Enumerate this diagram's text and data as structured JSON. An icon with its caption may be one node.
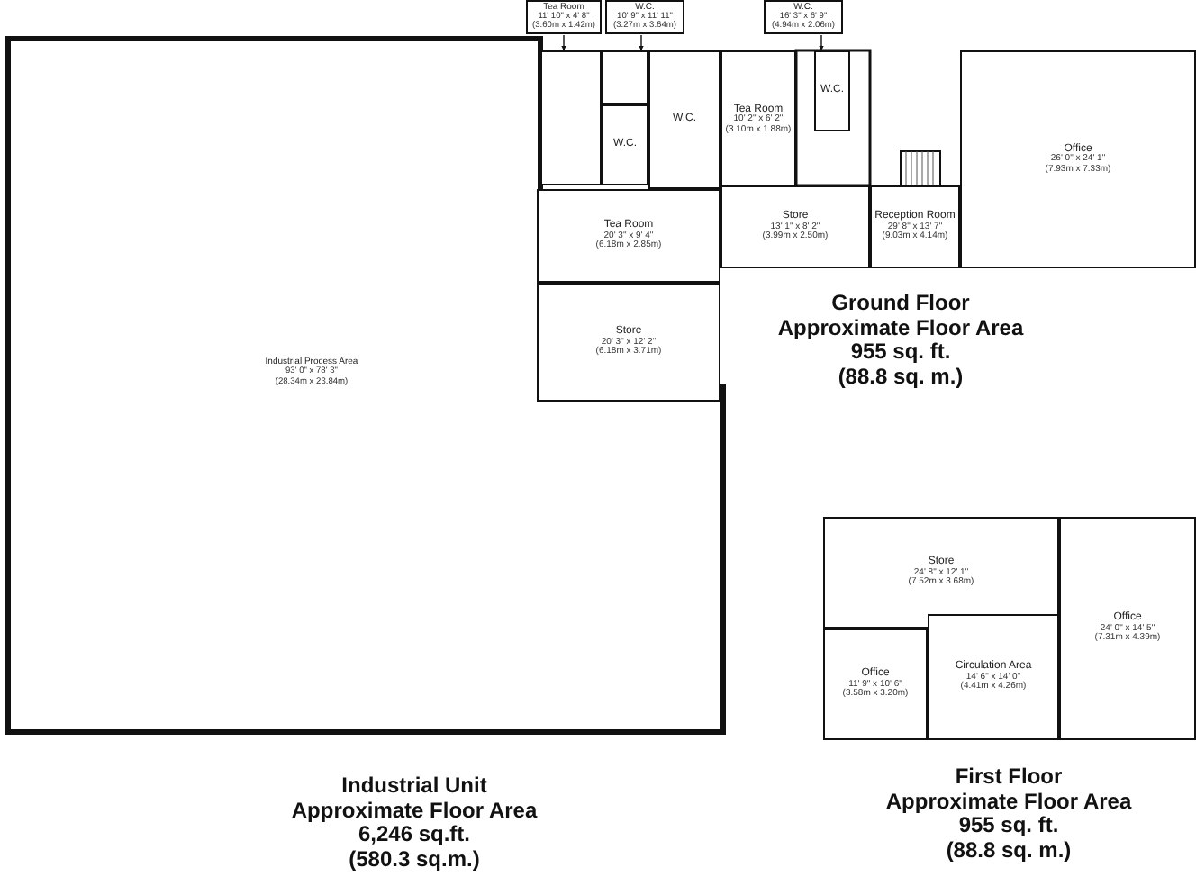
{
  "diagram": {
    "nodes": [
      {
        "text": [
          "Industrial Process Area",
          "93' 0\" x 78' 3\"",
          "(28.34m x 23.84m)"
        ]
      },
      {
        "text": [
          "Tea Room",
          "11' 10\" x 4' 8\"",
          "(3.60m x 1.42m)"
        ]
      },
      {
        "text": [
          "W.C.",
          "10' 9\" x 11' 11\"",
          "(3.27m x 3.64m)"
        ]
      },
      {
        "text": [
          "W.C.",
          "16' 3\" x 6' 9\"",
          "(4.94m x 2.06m)"
        ]
      },
      {
        "text": [
          "W.C."
        ]
      },
      {
        "text": [
          "W.C."
        ]
      },
      {
        "text": [
          "Tea Room",
          "10' 2\" x 6' 2\"",
          "(3.10m x 1.88m)"
        ]
      },
      {
        "text": [
          "W.C."
        ]
      },
      {
        "text": [
          "Office",
          "26' 0\" x 24' 1\"",
          "(7.93m x 7.33m)"
        ]
      },
      {
        "text": [
          "Reception Room",
          "29' 8\" x 13' 7\"",
          "(9.03m x 4.14m)"
        ]
      },
      {
        "text": [
          "Store",
          "13' 1\" x 8' 2\"",
          "(3.99m x 2.50m)"
        ]
      },
      {
        "text": [
          "Tea Room",
          "20' 3\" x 9' 4\"",
          "(6.18m x 2.85m)"
        ]
      },
      {
        "text": [
          "Store",
          "20' 3\" x 12' 2\"",
          "(6.18m x 3.71m)"
        ]
      },
      {
        "text": [
          "Store",
          "24' 8\" x 12' 1\"",
          "(7.52m x 3.68m)"
        ]
      },
      {
        "text": [
          "Office",
          "24' 0\" x 14' 5\"",
          "(7.31m x 4.39m)"
        ]
      },
      {
        "text": [
          "Office",
          "11' 9\" x 10' 6\"",
          "(3.58m x 3.20m)"
        ]
      },
      {
        "text": [
          "Circulation Area",
          "14' 6\" x 14' 0\"",
          "(4.41m x 4.26m)"
        ]
      },
      {
        "text": [],
        "shape": "box"
      },
      {
        "text": [],
        "shape": "box"
      }
    ],
    "edges": [
      {
        "from": 1,
        "to": 17,
        "arrow": "to"
      },
      {
        "from": 2,
        "to": 18,
        "arrow": "to"
      },
      {
        "from": 3,
        "to": 7,
        "arrow": "to"
      }
    ],
    "labels": [
      "Ground Floor",
      "Approximate Floor Area",
      "955 sq. ft.",
      "(88.8 sq. m.)",
      "Industrial Unit",
      "Approximate Floor Area",
      "6,246 sq.ft.",
      "(580.3 sq.m.)",
      "First Floor",
      "Approximate Floor Area",
      "955 sq. ft.",
      "(88.8 sq. m.)"
    ]
  }
}
